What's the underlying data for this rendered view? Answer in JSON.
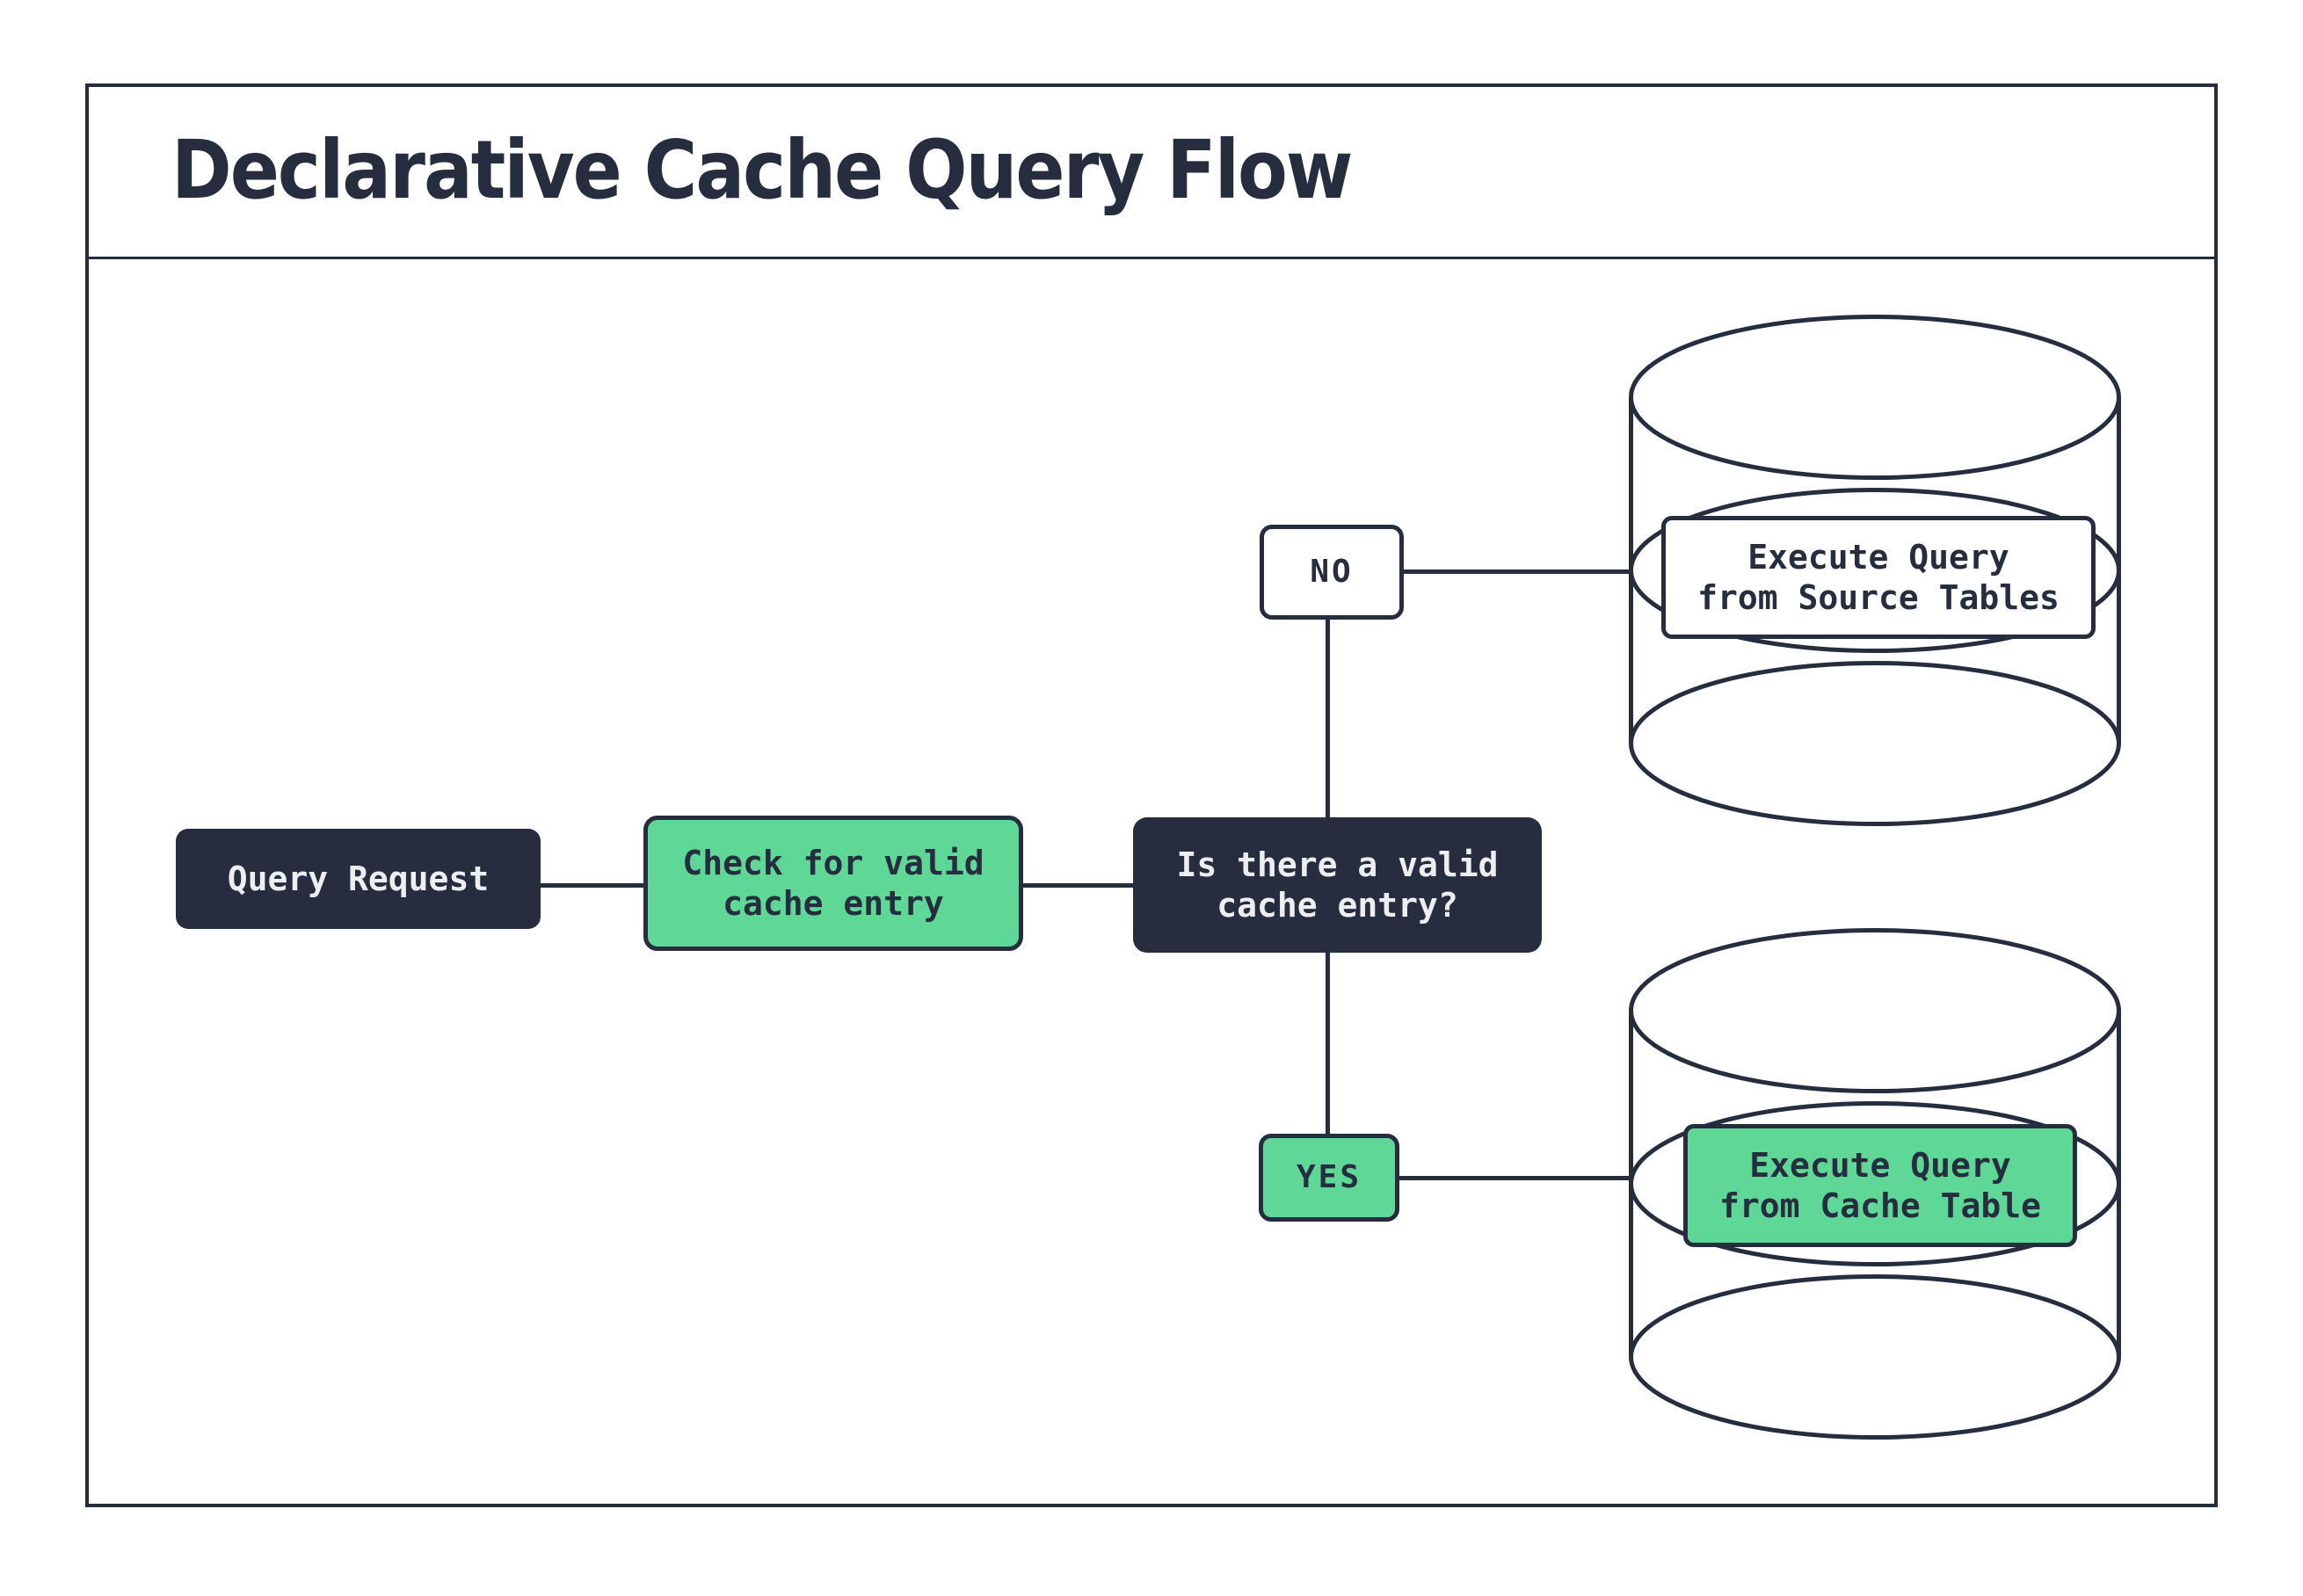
{
  "page": {
    "title": "Declarative Cache Query Flow"
  },
  "colors": {
    "dark_navy": "#262d3f",
    "accent_green": "#5fd797",
    "light_text": "#eceef1",
    "background": "#ffffff"
  },
  "nodes": {
    "query_request": {
      "label": "Query Request"
    },
    "check_cache": {
      "lines": [
        "Check for valid",
        "cache entry"
      ]
    },
    "decision": {
      "lines": [
        "Is there a valid",
        "cache entry?"
      ]
    },
    "no_branch": {
      "label": "NO"
    },
    "yes_branch": {
      "label": "YES"
    },
    "source_db": {
      "lines": [
        "Execute Query",
        "from Source Tables"
      ]
    },
    "cache_db": {
      "lines": [
        "Execute Query",
        "from Cache Table"
      ]
    }
  },
  "icons": {
    "source_db": "database-cylinder-icon",
    "cache_db": "database-cylinder-icon"
  }
}
